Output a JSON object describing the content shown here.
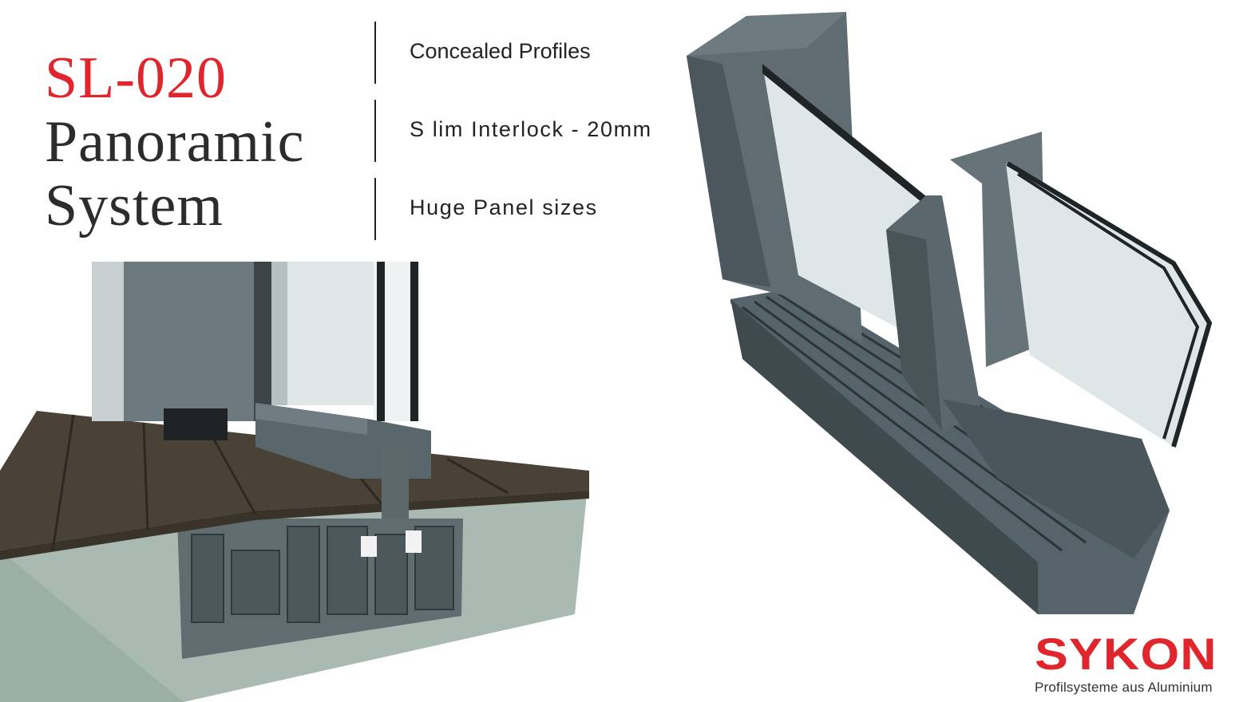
{
  "title": {
    "model": "SL-020",
    "line2": "Panoramic",
    "line3": "System"
  },
  "features": [
    "Concealed Profiles",
    "S lim Interlock - 20mm",
    "Huge Panel sizes"
  ],
  "brand": {
    "name": "SYKON",
    "tagline": "Profilsysteme aus Aluminium",
    "color": "#e0262c"
  },
  "colors": {
    "profile": "#5e6b70",
    "wood": "#4a4236",
    "ground": "#a9bab2",
    "glass": "#dfe6e8"
  }
}
